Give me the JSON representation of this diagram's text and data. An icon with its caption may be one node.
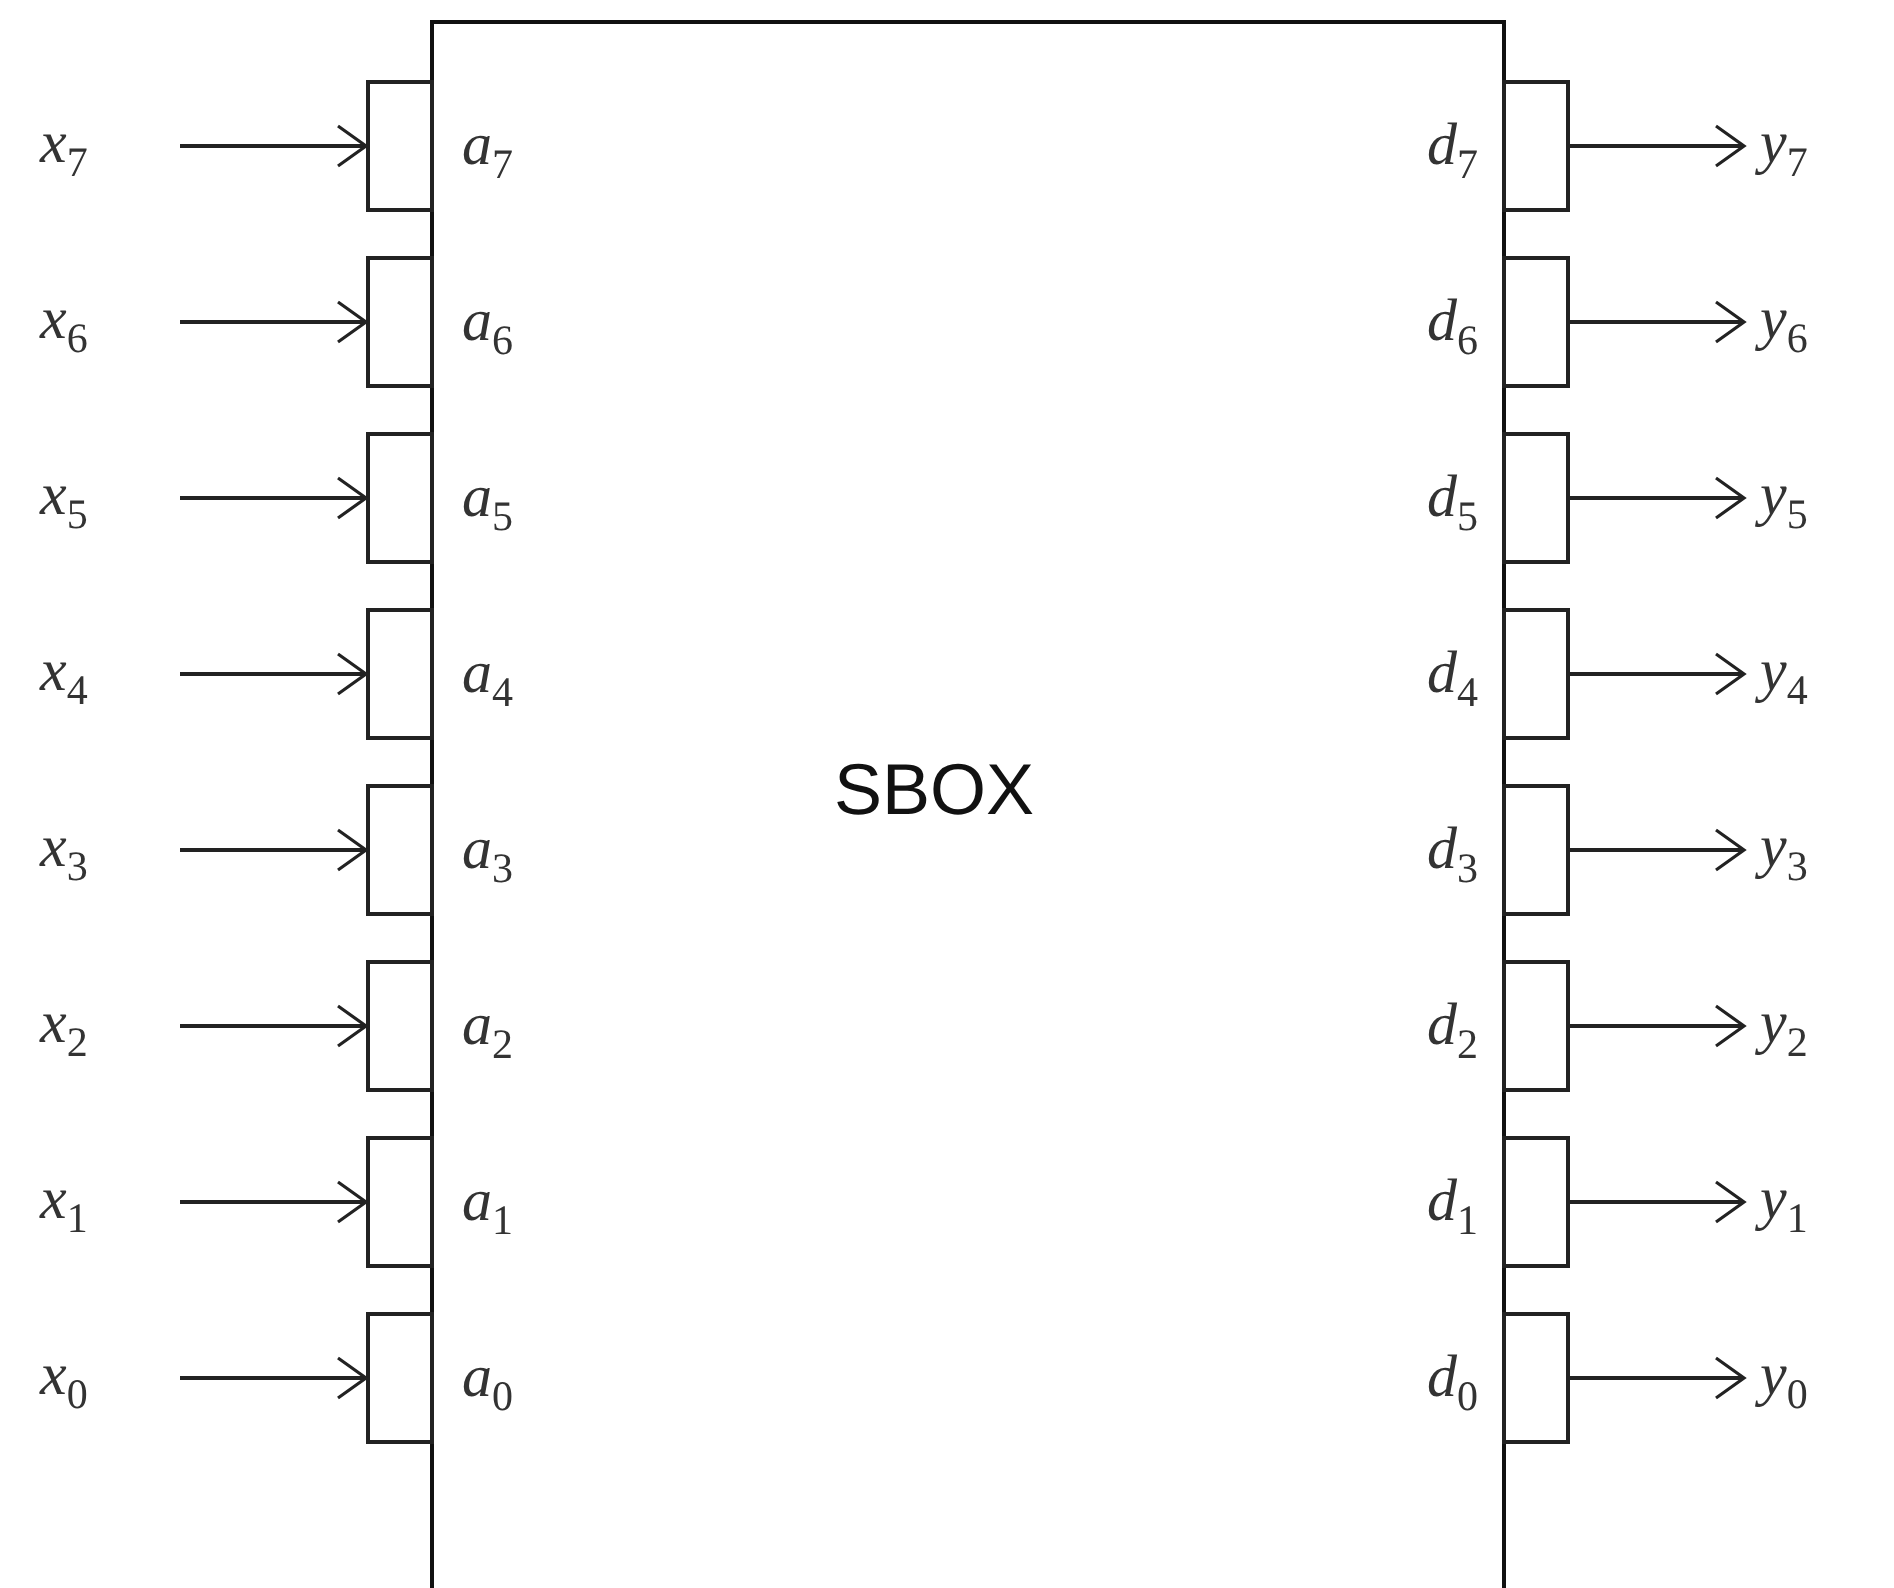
{
  "diagram": {
    "nodes": [
      {
        "text": [
          "SBOX"
        ]
      },
      {
        "text": [
          "x$_{7}$"
        ]
      },
      {
        "text": [],
        "shape": "box",
        "beside": [
          "a$_{7}$"
        ]
      },
      {
        "text": [],
        "shape": "box",
        "beside": [
          "d$_{7}$"
        ]
      },
      {
        "text": [
          "y$_{7}$"
        ]
      },
      {
        "text": [
          "x$_{6}$"
        ]
      },
      {
        "text": [],
        "shape": "box",
        "beside": [
          "a$_{6}$"
        ]
      },
      {
        "text": [],
        "shape": "box",
        "beside": [
          "d$_{6}$"
        ]
      },
      {
        "text": [
          "y$_{6}$"
        ]
      },
      {
        "text": [
          "x$_{5}$"
        ]
      },
      {
        "text": [],
        "shape": "box",
        "beside": [
          "a$_{5}$"
        ]
      },
      {
        "text": [],
        "shape": "box",
        "beside": [
          "d$_{5}$"
        ]
      },
      {
        "text": [
          "y$_{5}$"
        ]
      },
      {
        "text": [
          "x$_{4}$"
        ]
      },
      {
        "text": [],
        "shape": "box",
        "beside": [
          "a$_{4}$"
        ]
      },
      {
        "text": [],
        "shape": "box",
        "beside": [
          "d$_{4}$"
        ]
      },
      {
        "text": [
          "y$_{4}$"
        ]
      },
      {
        "text": [
          "x$_{3}$"
        ]
      },
      {
        "text": [],
        "shape": "box",
        "beside": [
          "a$_{3}$"
        ]
      },
      {
        "text": [],
        "shape": "box",
        "beside": [
          "d$_{3}$"
        ]
      },
      {
        "text": [
          "y$_{3}$"
        ]
      },
      {
        "text": [
          "x$_{2}$"
        ]
      },
      {
        "text": [],
        "shape": "box",
        "beside": [
          "a$_{2}$"
        ]
      },
      {
        "text": [],
        "shape": "box",
        "beside": [
          "d$_{2}$"
        ]
      },
      {
        "text": [
          "y$_{2}$"
        ]
      },
      {
        "text": [
          "x$_{1}$"
        ]
      },
      {
        "text": [],
        "shape": "box",
        "beside": [
          "a$_{1}$"
        ]
      },
      {
        "text": [],
        "shape": "box",
        "beside": [
          "d$_{1}$"
        ]
      },
      {
        "text": [
          "y$_{1}$"
        ]
      },
      {
        "text": [
          "x$_{0}$"
        ]
      },
      {
        "text": [],
        "shape": "box",
        "beside": [
          "a$_{0}$"
        ]
      },
      {
        "text": [],
        "shape": "box",
        "beside": [
          "d$_{0}$"
        ]
      },
      {
        "text": [
          "y$_{0}$"
        ]
      }
    ],
    "edges": [
      {
        "from": 1,
        "to": 2,
        "arrow": "to"
      },
      {
        "from": 3,
        "to": 4,
        "arrow": "to"
      },
      {
        "from": 5,
        "to": 6,
        "arrow": "to"
      },
      {
        "from": 7,
        "to": 8,
        "arrow": "to"
      },
      {
        "from": 9,
        "to": 10,
        "arrow": "to"
      },
      {
        "from": 11,
        "to": 12,
        "arrow": "to"
      },
      {
        "from": 13,
        "to": 14,
        "arrow": "to"
      },
      {
        "from": 15,
        "to": 16,
        "arrow": "to"
      },
      {
        "from": 17,
        "to": 18,
        "arrow": "to"
      },
      {
        "from": 19,
        "to": 20,
        "arrow": "to"
      },
      {
        "from": 21,
        "to": 22,
        "arrow": "to"
      },
      {
        "from": 23,
        "to": 24,
        "arrow": "to"
      },
      {
        "from": 25,
        "to": 26,
        "arrow": "to"
      },
      {
        "from": 27,
        "to": 28,
        "arrow": "to"
      },
      {
        "from": 29,
        "to": 30,
        "arrow": "to"
      },
      {
        "from": 31,
        "to": 32,
        "arrow": "to"
      }
    ]
  }
}
